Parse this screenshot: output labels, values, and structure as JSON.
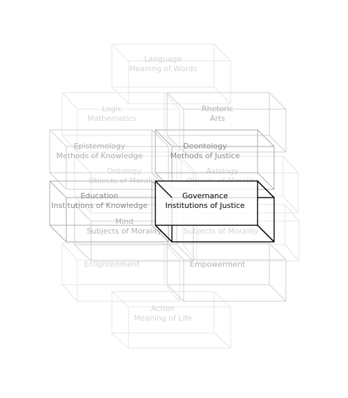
{
  "boxes": [
    {
      "id": "action",
      "level": "faint",
      "lines": [
        "Action",
        "Meaning of Life"
      ]
    },
    {
      "id": "enlightenment",
      "level": "faint",
      "lines": [
        "Enlightenment",
        ""
      ]
    },
    {
      "id": "empowerment",
      "level": "mid",
      "lines": [
        "Empowerment",
        ""
      ]
    },
    {
      "id": "mind",
      "level": "mid",
      "lines": [
        "Mind",
        "Subjects of Morality"
      ]
    },
    {
      "id": "right-back",
      "level": "faint",
      "lines": [
        "Self",
        "Subjects of Morality"
      ]
    },
    {
      "id": "ontology",
      "level": "faint",
      "lines": [
        "Ontology",
        "Objects of Morality"
      ]
    },
    {
      "id": "axiology",
      "level": "faint",
      "lines": [
        "Axiology",
        "Objects of Morality"
      ]
    },
    {
      "id": "language",
      "level": "faint",
      "lines": [
        "Language",
        "Meaning of Words"
      ]
    },
    {
      "id": "logic",
      "level": "faint",
      "lines": [
        "Logic",
        "Mathematics"
      ]
    },
    {
      "id": "rhetoric",
      "level": "mid",
      "lines": [
        "Rhetoric",
        "Arts"
      ]
    },
    {
      "id": "epistemology",
      "level": "mid",
      "lines": [
        "Epistemology",
        "Methods of Knowledge"
      ]
    },
    {
      "id": "deontology",
      "level": "dark",
      "lines": [
        "Deontology",
        "Methods of Justice"
      ]
    },
    {
      "id": "education",
      "level": "dark",
      "lines": [
        "Education",
        "Institutions of Knowledge"
      ]
    },
    {
      "id": "governance",
      "level": "focus",
      "lines": [
        "Governance",
        "Institutions of Justice"
      ]
    }
  ],
  "colors": {
    "faint": "#e4e4e4",
    "mid": "#cdcdcd",
    "dark": "#a8a8a8",
    "focus": "#000000",
    "text_faint": "#d4d4d4",
    "text_mid": "#b0b0b0",
    "text_dark": "#8a8a8a",
    "text_focus": "#000000"
  }
}
